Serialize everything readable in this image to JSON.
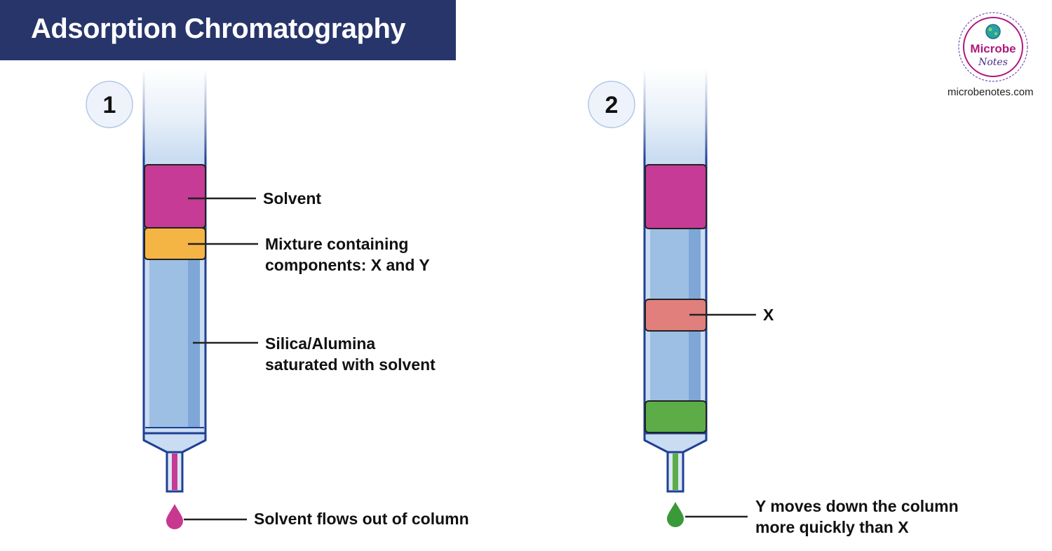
{
  "title": "Adsorption Chromatography",
  "logo": {
    "word": "Microbe",
    "sub": "Notes",
    "site": "microbenotes.com",
    "icon": "microbe-globe-icon"
  },
  "steps": [
    {
      "number": "1",
      "labels": {
        "solvent": "Solvent",
        "mixture_line1": "Mixture containing",
        "mixture_line2": "components: X and Y",
        "silica_line1": "Silica/Alumina",
        "silica_line2": "saturated with solvent",
        "drop": "Solvent flows out of column"
      },
      "drop_color": "#c8388f"
    },
    {
      "number": "2",
      "labels": {
        "x": "X",
        "y_line1": "Y moves down the column",
        "y_line2": "more quickly than X"
      },
      "drop_color": "#3a9a3a"
    }
  ],
  "colors": {
    "title_bar": "#27356b",
    "solvent": "#c53b95",
    "mixture": "#f4b544",
    "component_x": "#e07f7c",
    "component_y": "#5cad47",
    "column_fill": "#9dbfe3",
    "column_outline": "#1f3f95"
  }
}
